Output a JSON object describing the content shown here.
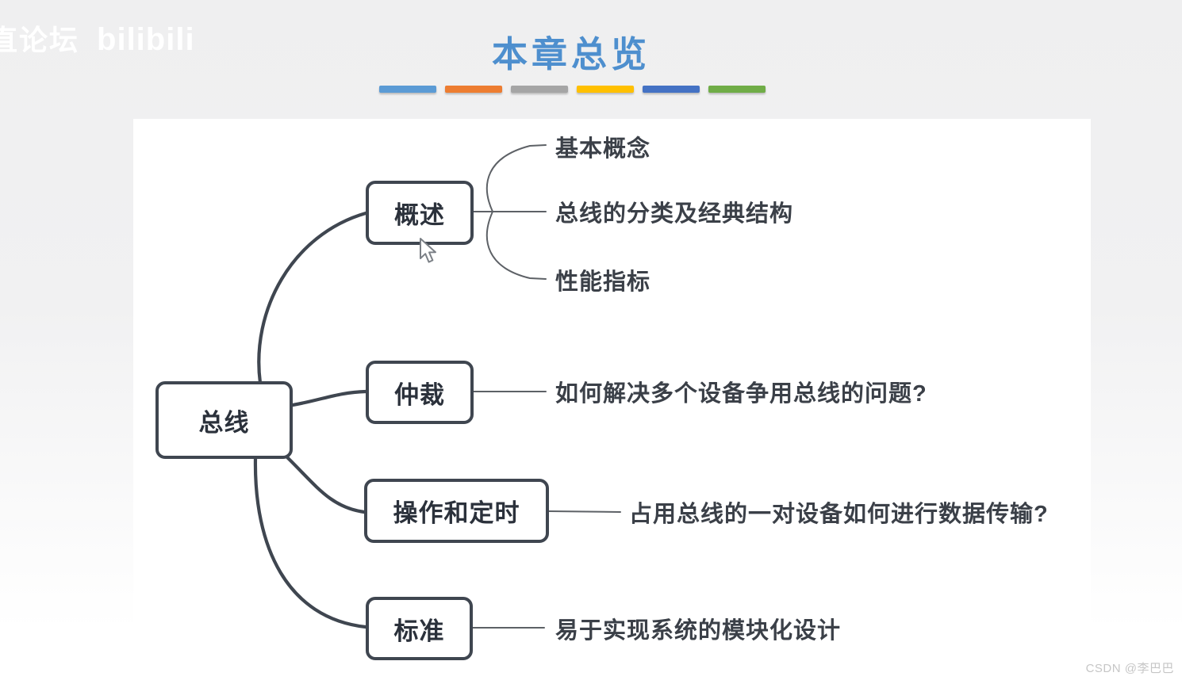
{
  "watermarks": {
    "top_left_text": "直论坛",
    "top_left_logo": "bilibili",
    "bottom_right": "CSDN @李巴巴"
  },
  "header": {
    "title": "本章总览",
    "accent_bars": [
      "#5B9BD5",
      "#ED7D31",
      "#A5A5A5",
      "#FFC000",
      "#4472C4",
      "#70AD47"
    ]
  },
  "mindmap": {
    "root": {
      "label": "总线"
    },
    "branches": [
      {
        "label": "概述",
        "children": [
          "基本概念",
          "总线的分类及经典结构",
          "性能指标"
        ]
      },
      {
        "label": "仲裁",
        "children": [
          "如何解决多个设备争用总线的问题?"
        ]
      },
      {
        "label": "操作和定时",
        "children": [
          "占用总线的一对设备如何进行数据传输?"
        ]
      },
      {
        "label": "标准",
        "children": [
          "易于实现系统的模块化设计"
        ]
      }
    ]
  },
  "colors": {
    "title": "#4e8fce",
    "node_border": "#3f4650",
    "branch_line": "#3f4650",
    "connector_line": "#5d6166",
    "node_text": "#2b313b",
    "leaf_text": "#3b4048",
    "panel_bg": "#ffffff",
    "page_bg_top": "#efeff0",
    "page_bg_bottom": "#ffffff",
    "bottom_watermark_text": "#c6c6c6"
  }
}
